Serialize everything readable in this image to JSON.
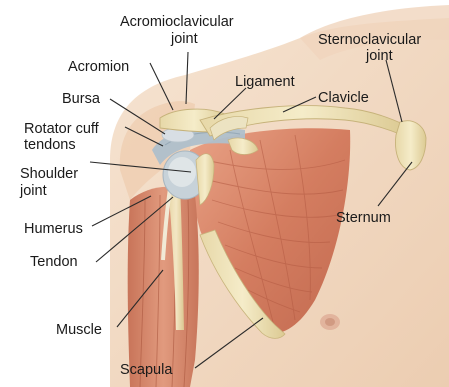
{
  "colors": {
    "skin": "#f3dcc6",
    "skin_shadow": "#e4bfa0",
    "muscle": "#d9866a",
    "muscle_dark": "#b8614a",
    "muscle_light": "#eaa88c",
    "bone": "#eee2b8",
    "bone_shadow": "#d4c48f",
    "cartilage": "#c9d4dc",
    "label_text": "#1a1a1a",
    "leader_line": "#2a2a2a"
  },
  "labels": {
    "acromioclavicular_1": "Acromioclavicular",
    "acromioclavicular_2": "joint",
    "sternoclavicular_1": "Sternoclavicular",
    "sternoclavicular_2": "joint",
    "acromion": "Acromion",
    "ligament": "Ligament",
    "clavicle": "Clavicle",
    "bursa": "Bursa",
    "rotator_cuff_1": "Rotator cuff",
    "rotator_cuff_2": "tendons",
    "shoulder_joint_1": "Shoulder",
    "shoulder_joint_2": "joint",
    "humerus": "Humerus",
    "sternum": "Sternum",
    "tendon": "Tendon",
    "muscle": "Muscle",
    "scapula": "Scapula"
  }
}
